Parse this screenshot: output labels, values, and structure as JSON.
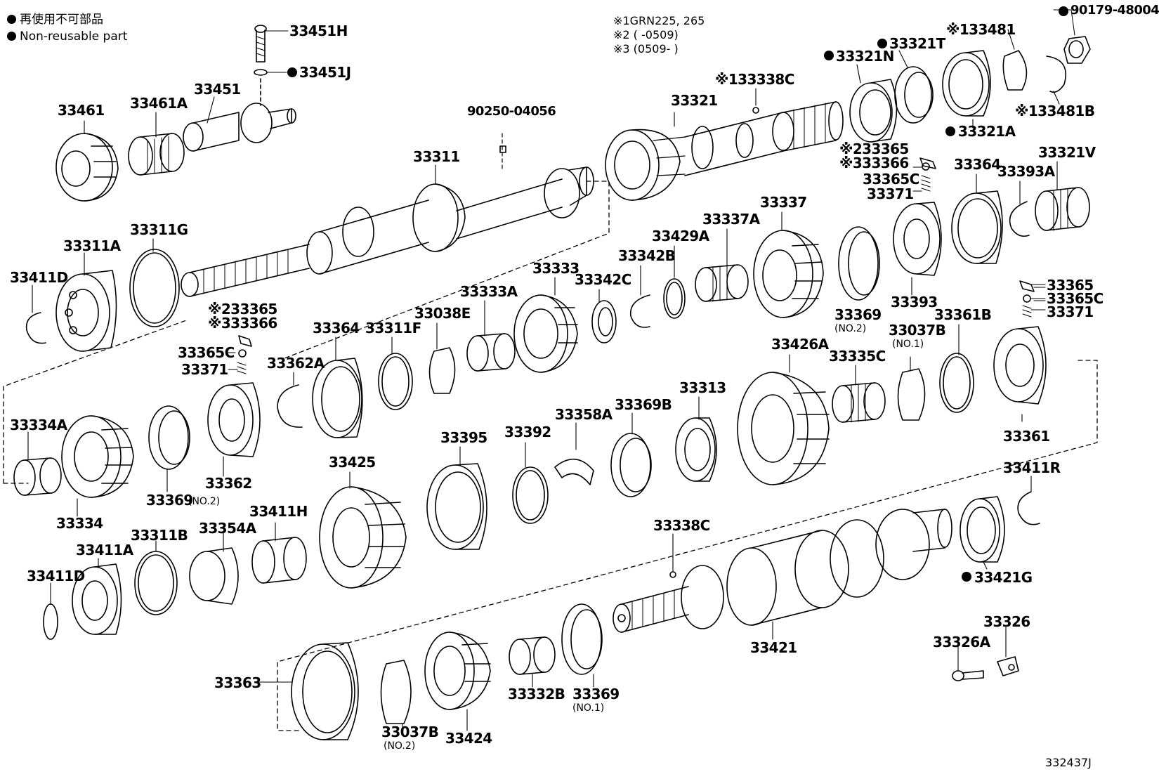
{
  "legend": {
    "line1": "再使用不可部品",
    "line2": "Non-reusable part"
  },
  "notes": {
    "n1": "※1GRN225, 265",
    "n2": "※2 (        -0509)",
    "n3": "※3 (0509-        )"
  },
  "figure_code": "332437J",
  "labels": {
    "p33451H": "33451H",
    "p33451J": "33451J",
    "p33461": "33461",
    "p33461A": "33461A",
    "p33451": "33451",
    "p90250": "90250-04056",
    "p33311": "33311",
    "p33311G": "33311G",
    "p33311A": "33311A",
    "p33411D_top": "33411D",
    "p33321": "33321",
    "p33338C_top": "※133338C",
    "p33321N": "33321N",
    "p33321T": "33321T",
    "p33481": "※133481",
    "p90179": "90179-48004",
    "p33321A": "33321A",
    "p33481B": "※133481B",
    "p233365_r": "※233365",
    "p333366_r": "※333366",
    "p33365C_r": "33365C",
    "p33371_r": "33371",
    "p33364_r": "33364",
    "p33393A": "33393A",
    "p33321V": "33321V",
    "p33337": "33337",
    "p33337A": "33337A",
    "p33429A": "33429A",
    "p33342B": "33342B",
    "p33342C": "33342C",
    "p33333": "33333",
    "p33333A": "33333A",
    "p33038E": "33038E",
    "p33311F": "33311F",
    "p33364_m": "33364",
    "p33362A": "33362A",
    "p233365_l": "※233365",
    "p333366_l": "※333366",
    "p33365C_l": "33365C",
    "p33371_l": "33371",
    "p33369_no2_top": "33369",
    "no2_top": "(NO.2)",
    "p33393": "33393",
    "p33365_rr": "33365",
    "p33365C_rr": "33365C",
    "p33371_rr": "33371",
    "p33037B_no1": "33037B",
    "no1_a": "(NO.1)",
    "p33361B": "33361B",
    "p33426A": "33426A",
    "p33335C": "33335C",
    "p33313": "33313",
    "p33369B": "33369B",
    "p33358A": "33358A",
    "p33392": "33392",
    "p33395": "33395",
    "p33425": "33425",
    "p33361": "33361",
    "p33334A": "33334A",
    "p33334": "33334",
    "p33369_no2_l": "33369",
    "no2_l": "(NO.2)",
    "p33362": "33362",
    "p33411R": "33411R",
    "p33421G": "33421G",
    "p33338C_m": "33338C",
    "p33411H": "33411H",
    "p33354A": "33354A",
    "p33311B": "33311B",
    "p33411A": "33411A",
    "p33411D_b": "33411D",
    "p33421": "33421",
    "p33326": "33326",
    "p33326A": "33326A",
    "p33363": "33363",
    "p33037B_no2": "33037B",
    "no2_b": "(NO.2)",
    "p33424": "33424",
    "p33332B": "33332B",
    "p33369_no1": "33369",
    "no1_b": "(NO.1)"
  }
}
